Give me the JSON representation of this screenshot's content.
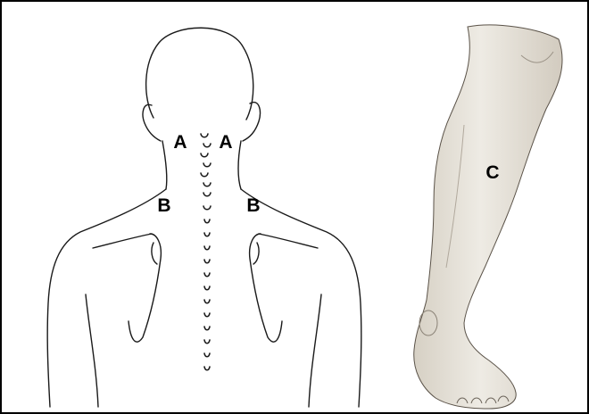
{
  "figure": {
    "labels": {
      "neck_left": "A",
      "neck_right": "A",
      "shoulder_left": "B",
      "shoulder_right": "B",
      "calf": "C"
    },
    "colors": {
      "ink": "#1a1a1a",
      "skin": "#ebe7df",
      "skin_shade": "#cfc8bb",
      "border": "#000000"
    }
  }
}
